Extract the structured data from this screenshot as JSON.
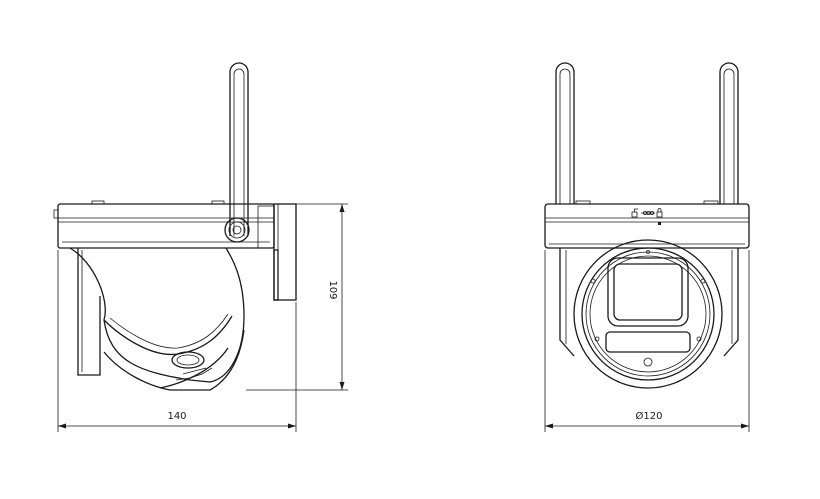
{
  "dimensions": {
    "width": "140",
    "height": "109",
    "diameter": "Ø120"
  },
  "icons": [
    "usb-icon",
    "network-icon",
    "lock-icon"
  ],
  "colors": {
    "line": "#1a1a1a",
    "background": "#ffffff"
  }
}
